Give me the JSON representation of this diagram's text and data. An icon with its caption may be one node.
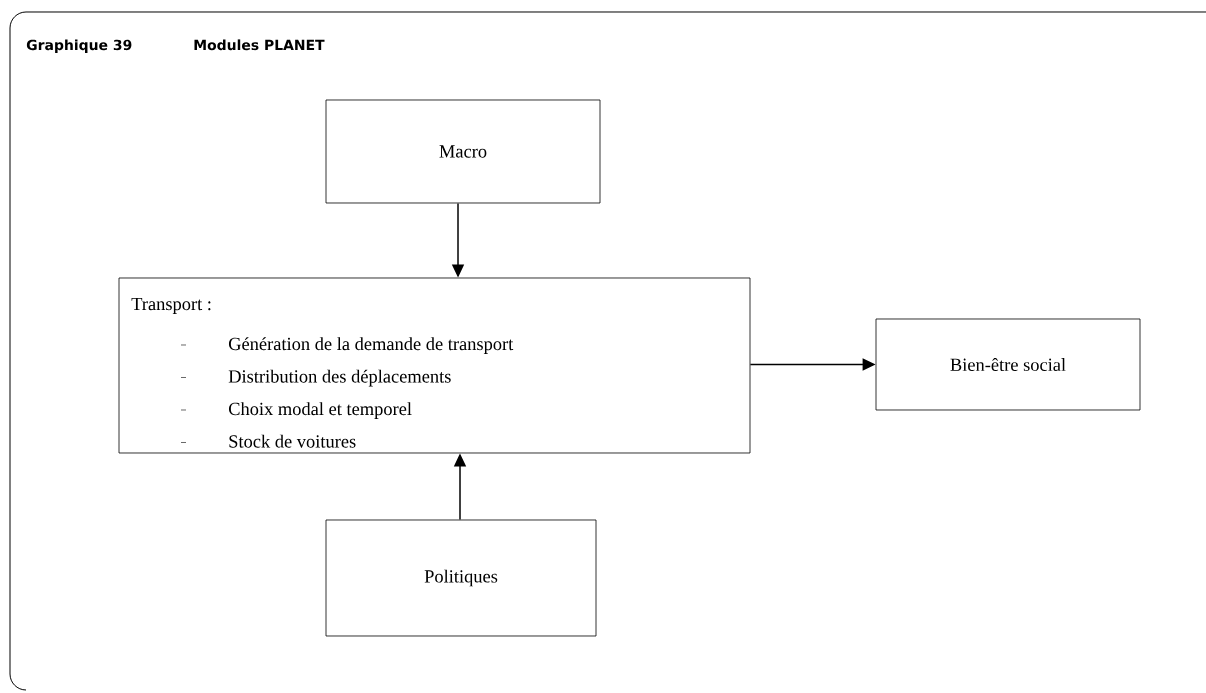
{
  "diagram": {
    "title": "Modules PLANET",
    "nodes": [
      {
        "text": [
          "Macro"
        ]
      },
      {
        "text": [
          "Transport :",
          "Génération de la demande de transport",
          "Distribution des déplacements",
          "Choix modal et temporel",
          "Stock de voitures"
        ]
      },
      {
        "text": [
          "Bien-être social"
        ]
      },
      {
        "text": [
          "Politiques"
        ]
      }
    ],
    "edges": [
      {
        "from": 0,
        "to": 1,
        "arrow": "to"
      },
      {
        "from": 3,
        "to": 1,
        "arrow": "to"
      },
      {
        "from": 1,
        "to": 2,
        "arrow": "to"
      }
    ],
    "labels": [
      "Graphique 39"
    ]
  }
}
